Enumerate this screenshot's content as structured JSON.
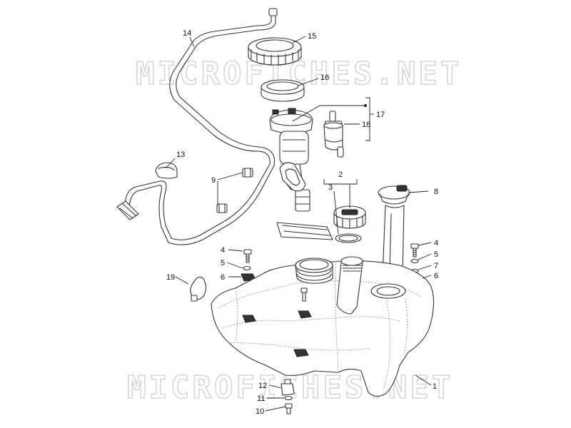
{
  "watermark": {
    "top": "MICROFICHES.NET",
    "bottom": "MICROFICHES.NET"
  },
  "callouts": {
    "c1": "1",
    "c2": "2",
    "c3": "3",
    "c4a": "4",
    "c4b": "4",
    "c5a": "5",
    "c5b": "5",
    "c6a": "6",
    "c6b": "6",
    "c7": "7",
    "c8": "8",
    "c9": "9",
    "c10": "10",
    "c11": "11",
    "c12": "12",
    "c13": "13",
    "c14": "14",
    "c15": "15",
    "c16": "16",
    "c17": "17",
    "c18": "18",
    "c19": "19"
  }
}
